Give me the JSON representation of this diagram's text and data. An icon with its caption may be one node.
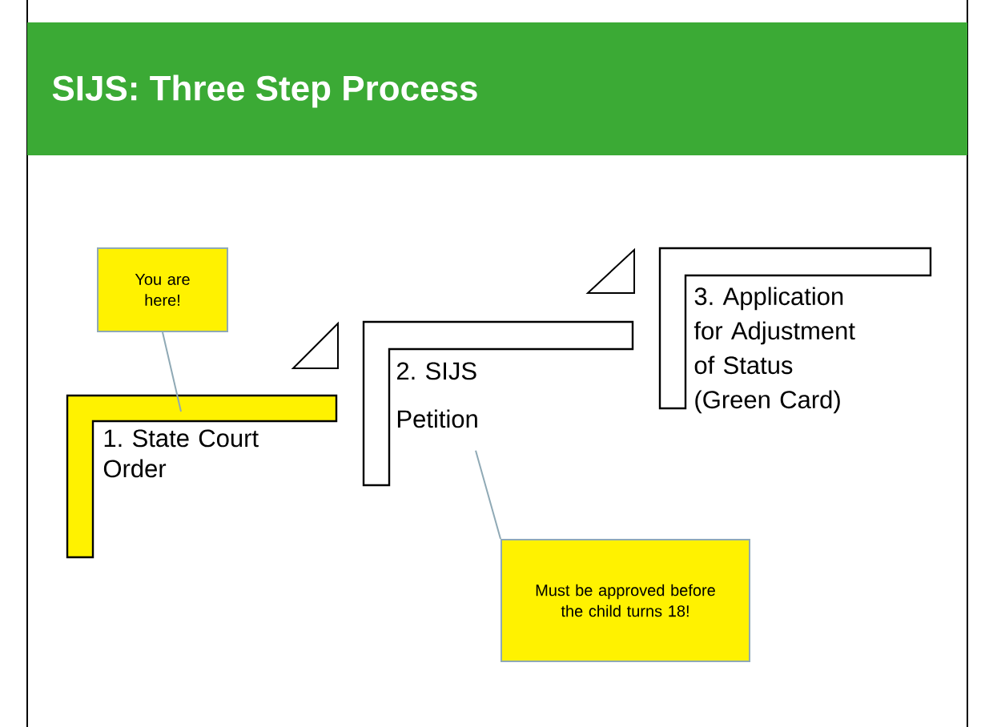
{
  "diagram": {
    "title": "SIJS: Three Step Process",
    "nodes": [
      {
        "text": [
          "1. State Court Order"
        ]
      },
      {
        "text": [
          "2. SIJS Petition"
        ]
      },
      {
        "text": [
          "3. Application for Adjustment of Status (Green Card)"
        ]
      },
      {
        "text": [
          "You are here!"
        ]
      },
      {
        "text": [
          "Must be approved before the child turns 18!"
        ]
      }
    ],
    "edges": [
      {
        "from": 3,
        "to": 0,
        "arrow": "none"
      },
      {
        "from": 4,
        "to": 1,
        "arrow": "none"
      }
    ]
  }
}
